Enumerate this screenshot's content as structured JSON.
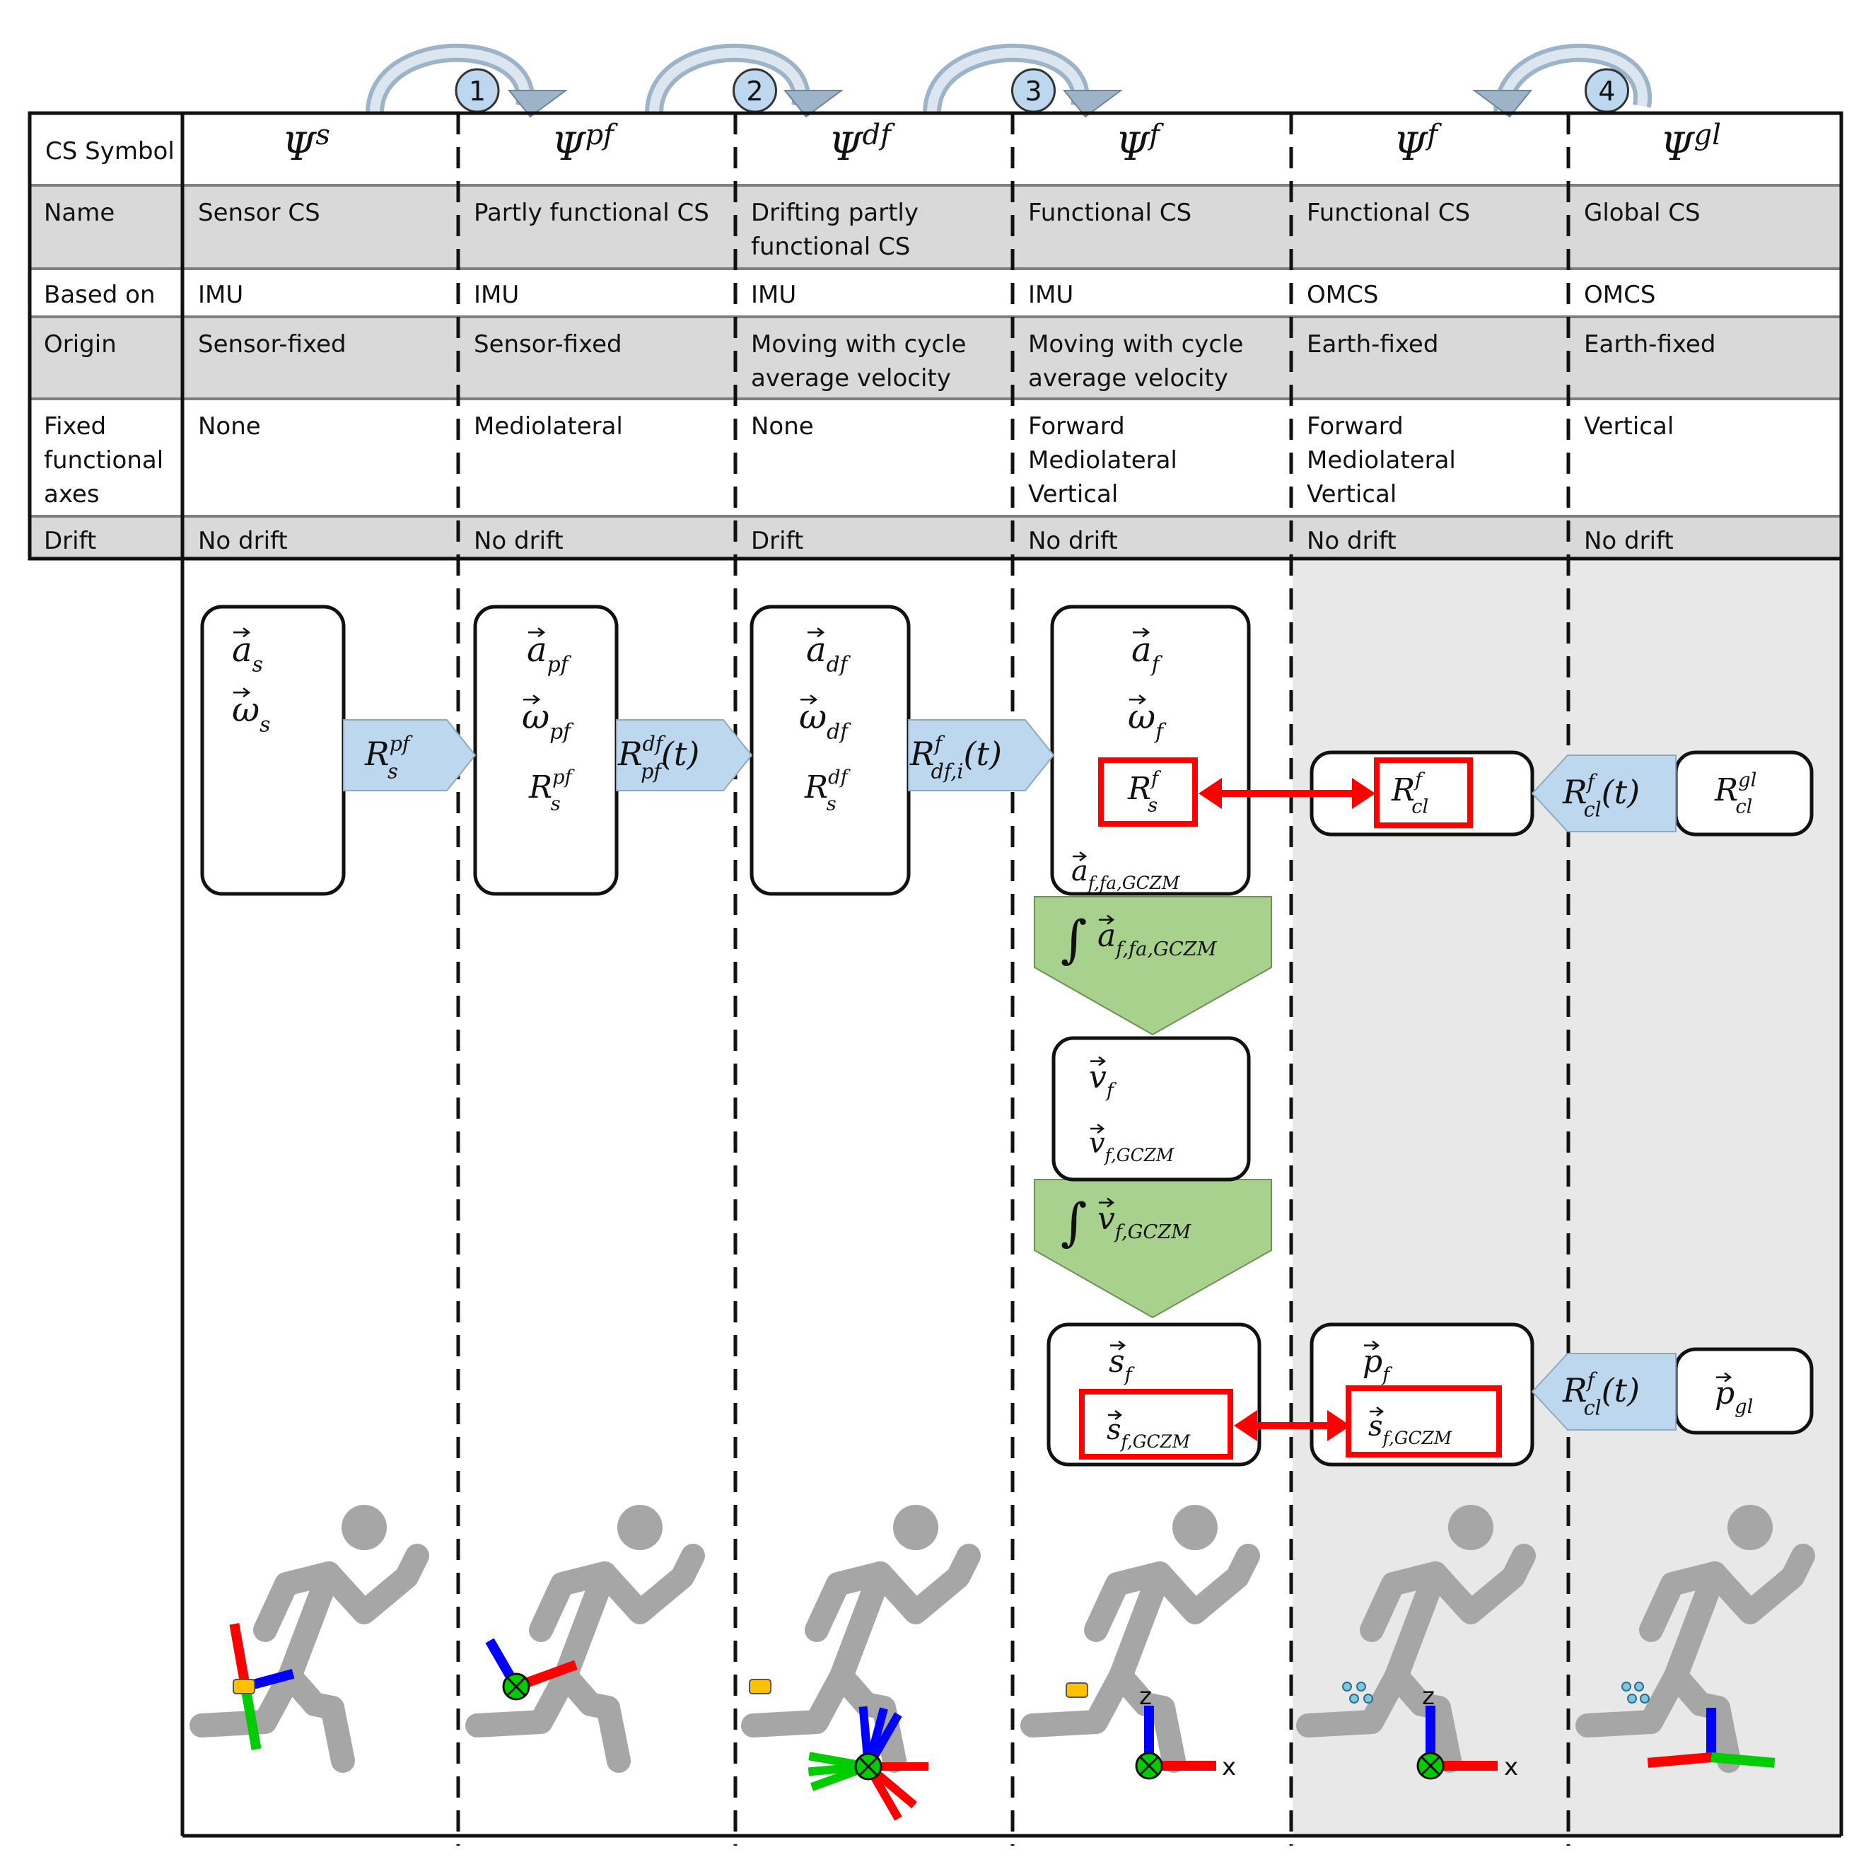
{
  "table": {
    "header_label": "CS Symbol",
    "columns": [
      {
        "symbol_base": "Ψ",
        "symbol_sup": "s"
      },
      {
        "symbol_base": "Ψ",
        "symbol_sup": "pf"
      },
      {
        "symbol_base": "Ψ",
        "symbol_sup": "df"
      },
      {
        "symbol_base": "Ψ",
        "symbol_sup": "f"
      },
      {
        "symbol_base": "Ψ",
        "symbol_sup": "f"
      },
      {
        "symbol_base": "Ψ",
        "symbol_sup": "gl"
      }
    ],
    "row_labels": {
      "name": "Name",
      "based_on": "Based on",
      "origin": "Origin",
      "fixed_line1": "Fixed",
      "fixed_line2": "functional",
      "fixed_line3": "axes",
      "drift": "Drift"
    },
    "name": [
      [
        "Sensor CS"
      ],
      [
        "Partly functional CS"
      ],
      [
        "Drifting partly",
        "functional CS"
      ],
      [
        "Functional CS"
      ],
      [
        "Functional CS"
      ],
      [
        "Global CS"
      ]
    ],
    "based_on": [
      "IMU",
      "IMU",
      "IMU",
      "IMU",
      "OMCS",
      "OMCS"
    ],
    "origin": [
      [
        "Sensor-fixed"
      ],
      [
        "Sensor-fixed"
      ],
      [
        "Moving with cycle",
        "average velocity"
      ],
      [
        "Moving with cycle",
        "average velocity"
      ],
      [
        "Earth-fixed"
      ],
      [
        "Earth-fixed"
      ]
    ],
    "fixed_axes": [
      [
        "None"
      ],
      [
        "Mediolateral"
      ],
      [
        "None"
      ],
      [
        "Forward",
        "Mediolateral",
        "Vertical"
      ],
      [
        "Forward",
        "Mediolateral",
        "Vertical"
      ],
      [
        "Vertical"
      ]
    ],
    "drift": [
      "No drift",
      "No drift",
      "Drift",
      "No drift",
      "No drift",
      "No drift"
    ]
  },
  "steps": [
    "1",
    "2",
    "3",
    "4"
  ],
  "boxes": {
    "col1": [
      {
        "base": "a",
        "sub": "s"
      },
      {
        "base": "ω",
        "sub": "s"
      }
    ],
    "col2": [
      {
        "base": "a",
        "sub": "pf"
      },
      {
        "base": "ω",
        "sub": "pf"
      },
      {
        "base": "R",
        "sub": "s",
        "sup": "pf"
      }
    ],
    "col3": [
      {
        "base": "a",
        "sub": "df"
      },
      {
        "base": "ω",
        "sub": "df"
      },
      {
        "base": "R",
        "sub": "s",
        "sup": "df"
      }
    ],
    "col4": [
      {
        "base": "a",
        "sub": "f"
      },
      {
        "base": "ω",
        "sub": "f"
      },
      {
        "base": "R",
        "sub": "s",
        "sup": "f"
      },
      {
        "base": "a",
        "sub": "f,fa,GCZM"
      }
    ],
    "col5_top": {
      "base": "R",
      "sub": "cl",
      "sup": "f"
    },
    "col6_top": {
      "base": "R",
      "sub": "cl",
      "sup": "gl"
    },
    "velocity": [
      {
        "base": "v",
        "sub": "f"
      },
      {
        "base": "v",
        "sub": "f,GCZM"
      }
    ],
    "displacement": [
      {
        "base": "s",
        "sub": "f"
      },
      {
        "base": "s",
        "sub": "f,GCZM"
      }
    ],
    "position_omcs": [
      {
        "base": "p",
        "sub": "f"
      },
      {
        "base": "s",
        "sub": "f,GCZM"
      }
    ],
    "position_gl": {
      "base": "p",
      "sub": "gl"
    }
  },
  "arrows": {
    "a1": {
      "base": "R",
      "sub": "s",
      "sup": "pf",
      "suffix": ""
    },
    "a2": {
      "base": "R",
      "sub": "pf",
      "sup": "df",
      "suffix": "(t)"
    },
    "a3": {
      "base": "R",
      "sub": "df,i",
      "sup": "f",
      "suffix": "(t)"
    },
    "a4": {
      "base": "R",
      "sub": "cl",
      "sup": "f",
      "suffix": "(t)"
    },
    "a5": {
      "base": "R",
      "sub": "cl",
      "sup": "f",
      "suffix": "(t)"
    }
  },
  "integrals": [
    {
      "symbol": "∫",
      "base": "a",
      "sub": "f,fa,GCZM"
    },
    {
      "symbol": "∫",
      "base": "v",
      "sub": "f,GCZM"
    }
  ],
  "axis_labels": {
    "z": "z",
    "x": "x"
  },
  "colors": {
    "header_gray": "#d9d9d9",
    "shade_gray": "#e8e8e8",
    "transform_blue": "#bdd7ee",
    "integral_green": "#a9d18e",
    "highlight_red": "#ff0000",
    "step_circle": "#bdd7ee",
    "step_arrow": "#9db3c8",
    "figure_gray": "#a6a6a6",
    "sensor_orange": "#ffc000",
    "axis_red": "#ff0000",
    "axis_green": "#00cc00",
    "axis_blue": "#0000ff"
  }
}
